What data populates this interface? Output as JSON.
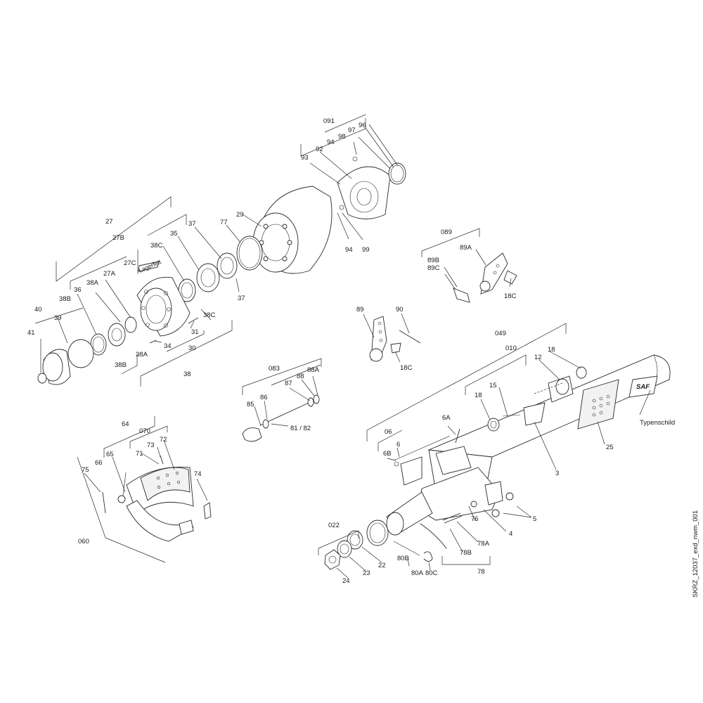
{
  "drawing_id": "SKRZ_12037_exd_nwm_001",
  "nameplate_brand": "SAF",
  "labels": {
    "l091": "091",
    "l96": "96",
    "l97": "97",
    "l98": "98",
    "l94a": "94",
    "l92": "92",
    "l93": "93",
    "l94b": "94",
    "l99": "99",
    "l29": "29",
    "l77": "77",
    "l37a": "37",
    "l35": "35",
    "l37b": "37",
    "l27": "27",
    "l27B": "27B",
    "l38Ca": "38C",
    "l27C": "27C",
    "lLager": "Lagerfett",
    "l27A": "27A",
    "l38A": "38A",
    "l36": "36",
    "l38B": "38B",
    "l38Cb": "38C",
    "l31": "31",
    "l40": "40",
    "l39": "39",
    "l41": "41",
    "l34": "34",
    "l38A2": "38A",
    "l38B2": "38B",
    "l30": "30",
    "l38": "38",
    "l089": "089",
    "l89A": "89A",
    "l89B": "89B",
    "l89C": "89C",
    "l18Ca": "18C",
    "l89": "89",
    "l90": "90",
    "l18Cb": "18C",
    "l083": "083",
    "l88A": "88A",
    "l88": "88",
    "l87": "87",
    "l86": "86",
    "l85": "85",
    "l8182": "81 / 82",
    "l049": "049",
    "l010": "010",
    "l18a": "18",
    "l12": "12",
    "l15": "15",
    "l18b": "18",
    "lTypen": "Typenschild",
    "l25": "25",
    "l6A": "6A",
    "l06": "06",
    "l6": "6",
    "l6B": "6B",
    "l3": "3",
    "l5": "5",
    "l76": "76",
    "l4": "4",
    "l78A": "78A",
    "l78B": "78B",
    "l78": "78",
    "l022": "022",
    "l22": "22",
    "l23": "23",
    "l24": "24",
    "l80B": "80B",
    "l80C": "80C",
    "l80A": "80A",
    "l64": "64",
    "l070": "070",
    "l73": "73",
    "l72": "72",
    "l71": "71",
    "l65": "65",
    "l66": "66",
    "l75": "75",
    "l74": "74",
    "l060": "060"
  }
}
